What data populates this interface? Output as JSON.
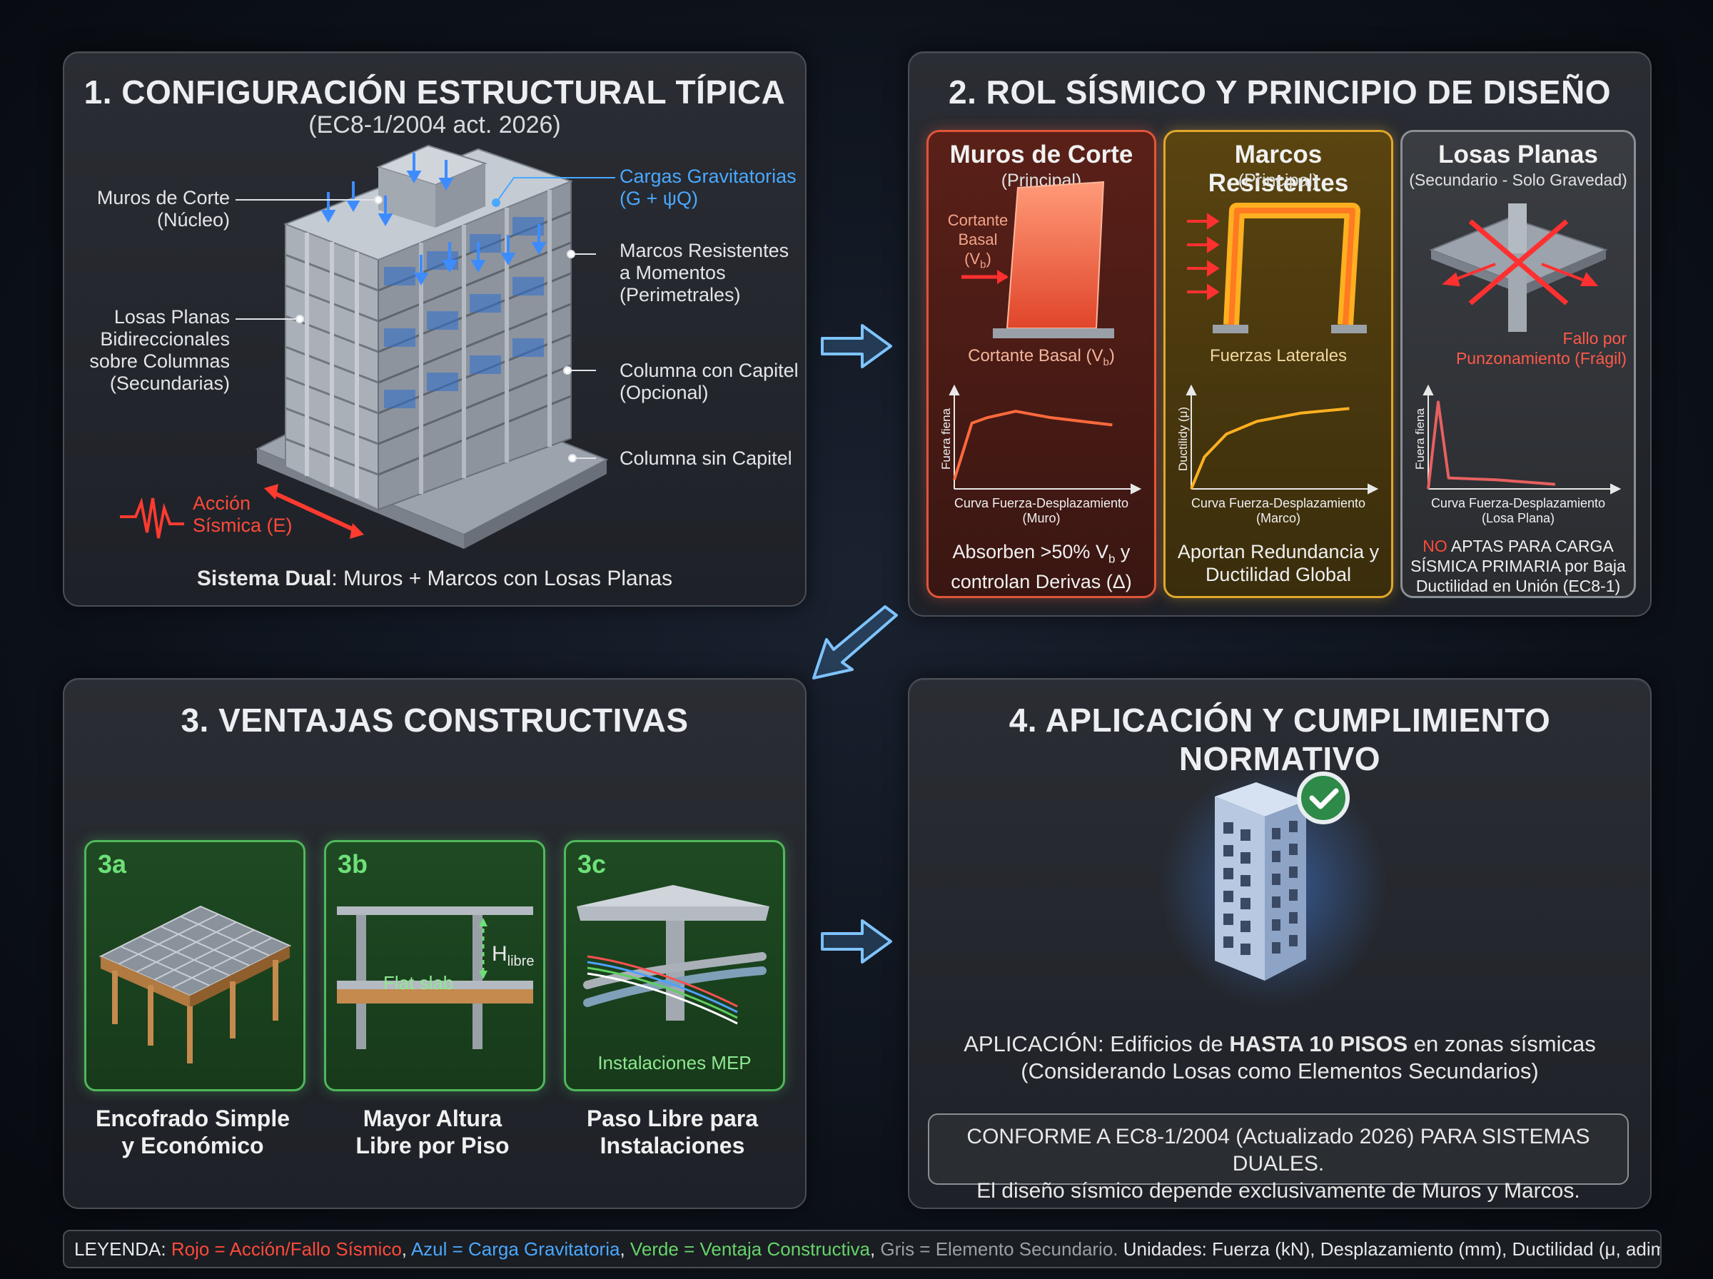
{
  "panel1": {
    "title": "1. CONFIGURACIÓN ESTRUCTURAL TÍPICA",
    "subtitle": "(EC8-1/2004 act. 2026)",
    "labels": {
      "muros": "Muros de Corte",
      "muros_sub": "(Núcleo)",
      "cargas": "Cargas Gravitatorias",
      "cargas_sub": "(G + ψQ)",
      "marcos": "Marcos Resistentes",
      "marcos_2": "a Momentos",
      "marcos_3": "(Perimetrales)",
      "losas_1": "Losas Planas",
      "losas_2": "Bidireccionales",
      "losas_3": "sobre Columnas",
      "losas_4": "(Secundarias)",
      "capitel": "Columna con Capitel",
      "capitel_sub": "(Opcional)",
      "sincapitel": "Columna sin Capitel",
      "accion": "Acción",
      "accion_sub": "Sísmica (E)"
    },
    "footer_bold": "Sistema Dual",
    "footer_rest": ": Muros + Marcos con Losas Planas"
  },
  "panel2": {
    "title": "2. ROL SÍSMICO Y PRINCIPIO DE DISEÑO",
    "cards": [
      {
        "title": "Muros de Corte",
        "role": "(Principal)",
        "side_1": "Cortante",
        "side_2": "Basal",
        "side_3": "(V",
        "side_3_sub": "b",
        "side_3_end": ")",
        "caption": "Cortante Basal (V",
        "caption_sub": "b",
        "caption_end": ")",
        "yaxis": "Fuera fiena",
        "curve_1": "Curva Fuerza-Desplazamiento",
        "curve_2": "(Muro)",
        "footer_1": "Absorben >50% V",
        "footer_1_sub": "b",
        "footer_1_end": " y",
        "footer_2": "controlan Derivas (Δ)",
        "curve_pts": [
          [
            0,
            0.1
          ],
          [
            0.4,
            0.72
          ],
          [
            0.75,
            0.78
          ],
          [
            1.4,
            0.85
          ],
          [
            2.2,
            0.78
          ],
          [
            3.6,
            0.7
          ]
        ],
        "color": "#ff6a3c"
      },
      {
        "title": "Marcos Resistentes",
        "role": "(Principal)",
        "caption": "Fuerzas Laterales",
        "yaxis": "Ductilidy (μ)",
        "curve_1": "Curva Fuerza-Desplazamiento",
        "curve_2": "(Marco)",
        "footer_1": "Aportan Redundancia y",
        "footer_2": "Ductilidad Global",
        "curve_pts": [
          [
            0,
            0
          ],
          [
            0.3,
            0.35
          ],
          [
            0.8,
            0.6
          ],
          [
            1.5,
            0.74
          ],
          [
            2.5,
            0.83
          ],
          [
            3.6,
            0.88
          ]
        ],
        "color": "#ffb020"
      },
      {
        "title": "Losas Planas",
        "role": "(Secundario - Solo Gravedad)",
        "fallo_1": "Fallo por",
        "fallo_2": "Punzonamiento (Frágil)",
        "yaxis": "Fuera fiena",
        "curve_1": "Curva Fuerza-Desplazamiento",
        "curve_2": "(Losa Plana)",
        "footer_no": "NO",
        "footer_1": " APTAS PARA CARGA",
        "footer_2": "SÍSMICA PRIMARIA por Baja",
        "footer_3": "Ductilidad en Unión (EC8-1)",
        "curve_pts": [
          [
            0,
            0
          ],
          [
            0.22,
            0.95
          ],
          [
            0.45,
            0.12
          ],
          [
            1.5,
            0.1
          ],
          [
            2.8,
            0.05
          ]
        ],
        "color": "#e86060"
      }
    ]
  },
  "panel3": {
    "title": "3. VENTAJAS CONSTRUCTIVAS",
    "items": [
      {
        "tag": "3a",
        "cap_1": "Encofrado Simple",
        "cap_2": "y Económico"
      },
      {
        "tag": "3b",
        "inner": "Flat slab",
        "h": "H",
        "h_sub": "libre",
        "cap_1": "Mayor Altura",
        "cap_2": "Libre por Piso"
      },
      {
        "tag": "3c",
        "inner": "Instalaciones MEP",
        "cap_1": "Paso Libre para",
        "cap_2": "Instalaciones"
      }
    ]
  },
  "panel4": {
    "title": "4. APLICACIÓN Y CUMPLIMIENTO NORMATIVO",
    "app_pre": "APLICACIÓN: Edificios de ",
    "app_bold": "HASTA 10 PISOS",
    "app_post": " en zonas sísmicas",
    "app_2": "(Considerando Losas como Elementos Secundarios)",
    "box_1": "CONFORME A EC8-1/2004 (Actualizado 2026) PARA SISTEMAS DUALES.",
    "box_2": "El diseño sísmico depende exclusivamente de Muros y Marcos."
  },
  "legend": {
    "prefix": "LEYENDA: ",
    "red": "Rojo = Acción/Fallo Sísmico",
    "c1": ", ",
    "blue": "Azul = Carga Gravitatoria",
    "c2": ", ",
    "green": "Verde = Ventaja Constructiva",
    "c3": ", ",
    "grey": "Gris = Elemento Secundario.",
    "units": " Unidades: Fuerza (kN), Desplazamiento (mm), Ductilidad (μ, adimensional)"
  },
  "colors": {
    "red": "#ff4a3a",
    "blue": "#4aa8ff",
    "green": "#66d46a",
    "grey": "#9aa0a8",
    "arrow": "#7fc4ff"
  }
}
